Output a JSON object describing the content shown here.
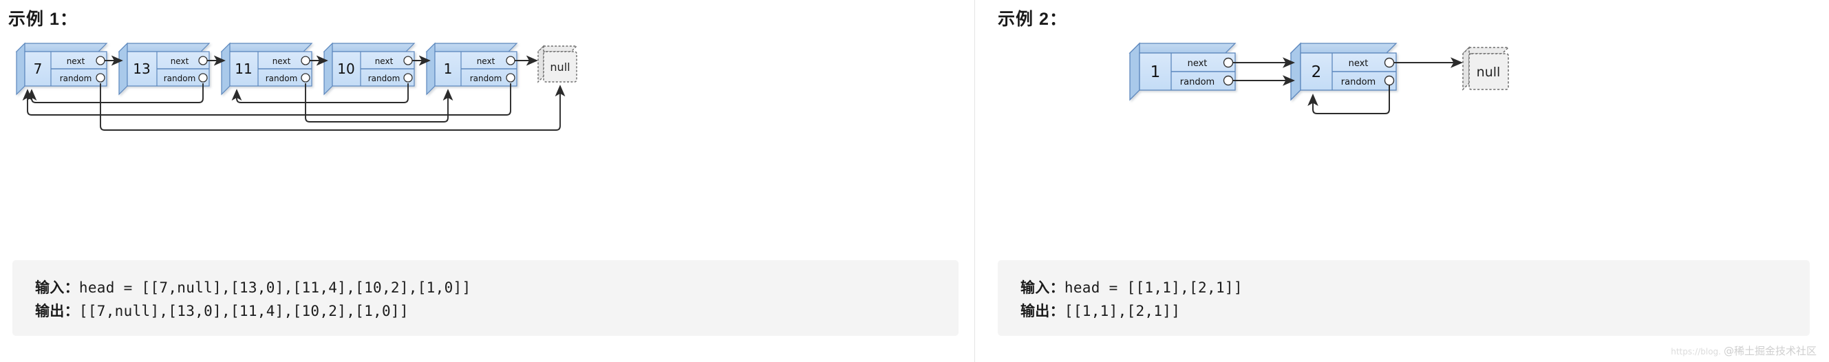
{
  "page": {
    "background": "#ffffff",
    "divider_color": "#e3e3e3",
    "watermark_url": "https://blog.",
    "watermark_text": "@稀土掘金技术社区"
  },
  "palette": {
    "node_face": "#cfe2f8",
    "node_top": "#b6d2ef",
    "node_side": "#a9c9ea",
    "node_stroke": "#5b87bd",
    "null_fill": "#f0f0f0",
    "null_stroke": "#6b6b6b",
    "arrow": "#2b2b2b",
    "code_bg": "#f4f4f4",
    "text": "#1a1a1a"
  },
  "examples": [
    {
      "id": "example-1",
      "title": "示例 1：",
      "nodes": [
        {
          "value": "7",
          "next_label": "next",
          "random_label": "random"
        },
        {
          "value": "13",
          "next_label": "next",
          "random_label": "random"
        },
        {
          "value": "11",
          "next_label": "next",
          "random_label": "random"
        },
        {
          "value": "10",
          "next_label": "next",
          "random_label": "random"
        },
        {
          "value": "1",
          "next_label": "next",
          "random_label": "random"
        }
      ],
      "terminal_label": "null",
      "next_links": [
        {
          "from": 0,
          "to": 1
        },
        {
          "from": 1,
          "to": 2
        },
        {
          "from": 2,
          "to": 3
        },
        {
          "from": 3,
          "to": 4
        },
        {
          "from": 4,
          "to": "null"
        }
      ],
      "random_links": [
        {
          "from": 0,
          "to": "null"
        },
        {
          "from": 1,
          "to": 0
        },
        {
          "from": 2,
          "to": 4
        },
        {
          "from": 3,
          "to": 2
        },
        {
          "from": 4,
          "to": 0
        }
      ],
      "input_prefix": "输入：",
      "input_text": "head = [[7,null],[13,0],[11,4],[10,2],[1,0]]",
      "output_prefix": "输出：",
      "output_text": "[[7,null],[13,0],[11,4],[10,2],[1,0]]"
    },
    {
      "id": "example-2",
      "title": "示例 2：",
      "nodes": [
        {
          "value": "1",
          "next_label": "next",
          "random_label": "random"
        },
        {
          "value": "2",
          "next_label": "next",
          "random_label": "random"
        }
      ],
      "terminal_label": "null",
      "next_links": [
        {
          "from": 0,
          "to": 1
        },
        {
          "from": 1,
          "to": "null"
        }
      ],
      "random_links": [
        {
          "from": 0,
          "to": 1
        },
        {
          "from": 1,
          "to": 1
        }
      ],
      "input_prefix": "输入：",
      "input_text": "head = [[1,1],[2,1]]",
      "output_prefix": "输出：",
      "output_text": "[[1,1],[2,1]]"
    }
  ]
}
